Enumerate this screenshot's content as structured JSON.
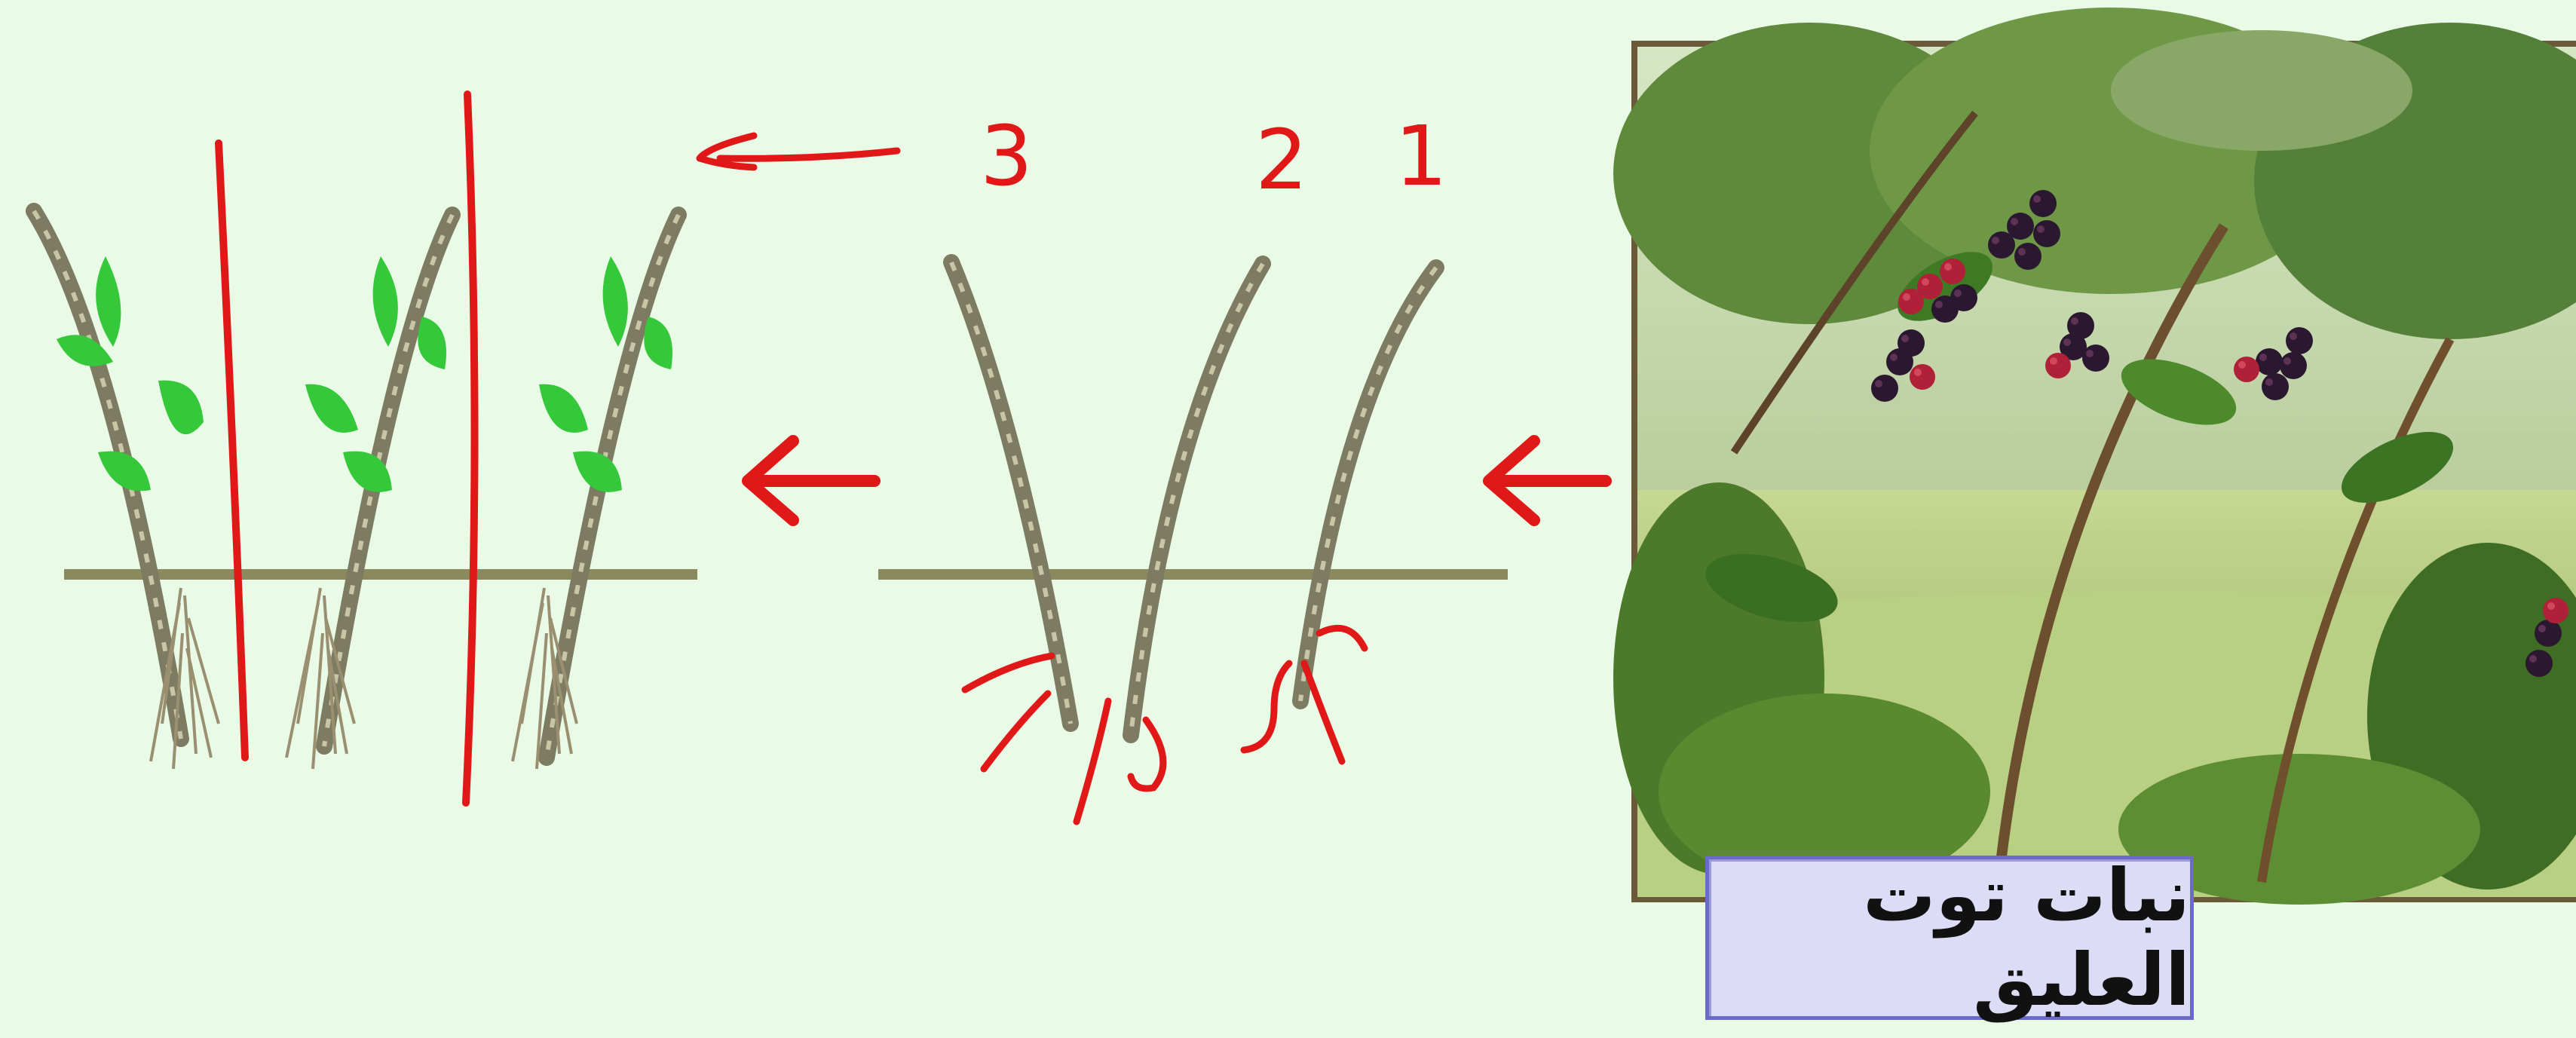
{
  "caption": "نبات توت العليق",
  "step_numbers": [
    "1",
    "2",
    "3"
  ],
  "colors": {
    "background": "#e9fbe6",
    "annotation_red": "#e01818",
    "ground_line": "#8a8a5e",
    "stem": "#7d7b62",
    "leaf": "#35c83a",
    "caption_box": "#dcdcf7",
    "caption_border": "#6a6ac8"
  },
  "icons": {
    "photo": "blackberry-bush-photo",
    "arrow": "left-arrow"
  }
}
